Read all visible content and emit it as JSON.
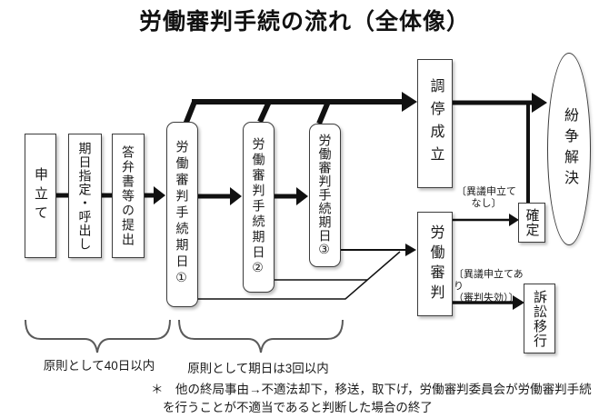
{
  "title": "労働審判手続の流れ（全体像）",
  "nodes": {
    "filing": {
      "label": "申立て"
    },
    "date_summons": {
      "label": "期日指定・呼出し"
    },
    "answer_docs": {
      "label": "答弁書等の提出"
    },
    "session1": {
      "label": "労働審判手続期日①"
    },
    "session2": {
      "label": "労働審判手続期日②"
    },
    "session3": {
      "label": "労働審判手続期日③"
    },
    "mediation_success": {
      "label": "調停成立"
    },
    "labor_tribunal": {
      "label": "労働審判"
    },
    "dispute_resolution": {
      "label": "紛争解決"
    },
    "final_binding": {
      "label": "確定"
    },
    "litigation_transfer": {
      "label": "訴訟移行"
    }
  },
  "edge_labels": {
    "no_objection": "〔異議申立て\nなし〕",
    "objection_filed": "〔異議申立てあり\n（審判失効）〕"
  },
  "brace_labels": {
    "within_40_days": "原則として40日以内",
    "max_3_sessions": "原則として期日は3回以内"
  },
  "footnote": {
    "line1": "＊　他の終局事由→不適法却下，移送，取下げ，労働審判委員会が労働審判手続",
    "line2": "を行うことが不適当であると判断した場合の終了"
  },
  "colors": {
    "background": "#ffffff",
    "line": "#111111",
    "box_border": "#3c3c3c",
    "brace": "#5a5a5a",
    "text": "#1a1a1a"
  }
}
